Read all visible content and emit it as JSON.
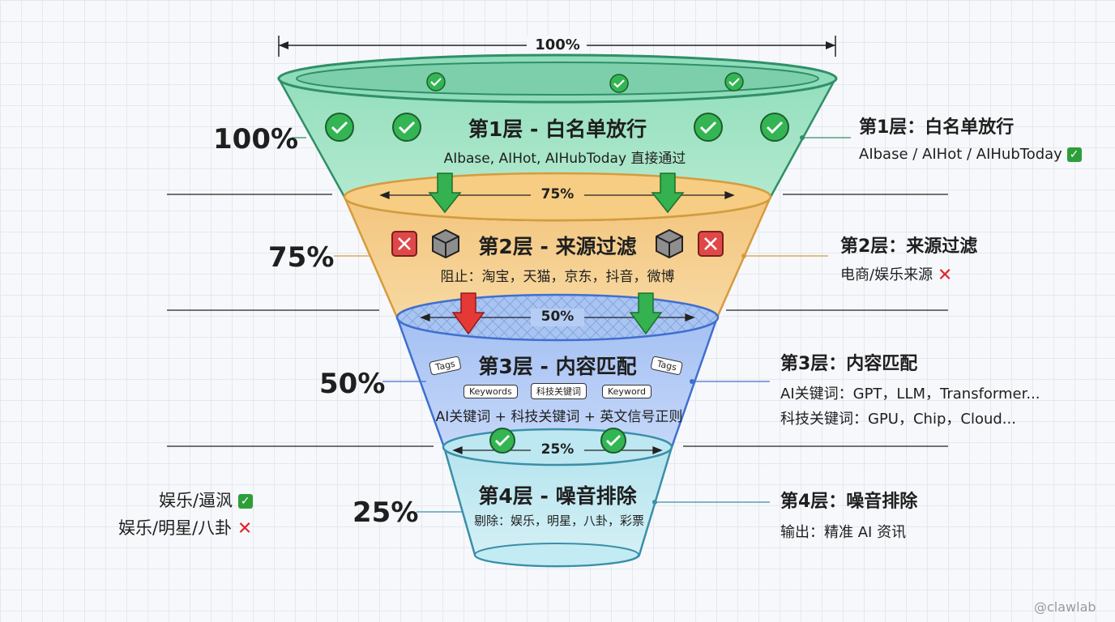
{
  "top_width_label": "100%",
  "layers": [
    {
      "ring_label": "75%",
      "title": "第1层 - 白名单放行",
      "subtitle": "AIbase, AIHot, AIHubToday 直接通过",
      "percent": "100%",
      "side_title": "第1层：白名单放行",
      "side_lines": [
        "AIbase / AIHot / AIHubToday"
      ],
      "color": "#7ed3ac"
    },
    {
      "ring_label": "50%",
      "title": "第2层 - 来源过滤",
      "subtitle": "阻止：淘宝，天猫，京东，抖音，微博",
      "percent": "75%",
      "side_title": "第2层：来源过滤",
      "side_lines": [
        "电商/娱乐来源"
      ],
      "color": "#f5c57a"
    },
    {
      "ring_label": "25%",
      "title": "第3层 - 内容匹配",
      "subtitle": "AI关键词 + 科技关键词 + 英文信号正则",
      "percent": "50%",
      "side_title": "第3层：内容匹配",
      "side_lines": [
        "AI关键词：GPT，LLM，Transformer...",
        "科技关键词：GPU，Chip，Cloud..."
      ],
      "tags": [
        "Tags",
        "Keywords",
        "科技关键词",
        "Keyword",
        "Tags"
      ],
      "color": "#9ab9ef"
    },
    {
      "title": "第4层 - 噪音排除",
      "subtitle": "剔除：娱乐，明星，八卦，彩票",
      "percent": "25%",
      "side_title": "第4层：噪音排除",
      "side_lines": [
        "输出：精准 AI 资讯"
      ],
      "color": "#a9dde8"
    }
  ],
  "left_notes": [
    "娱乐/逼沨",
    "娱乐/明星/八卦"
  ],
  "watermark": "@clawlab"
}
